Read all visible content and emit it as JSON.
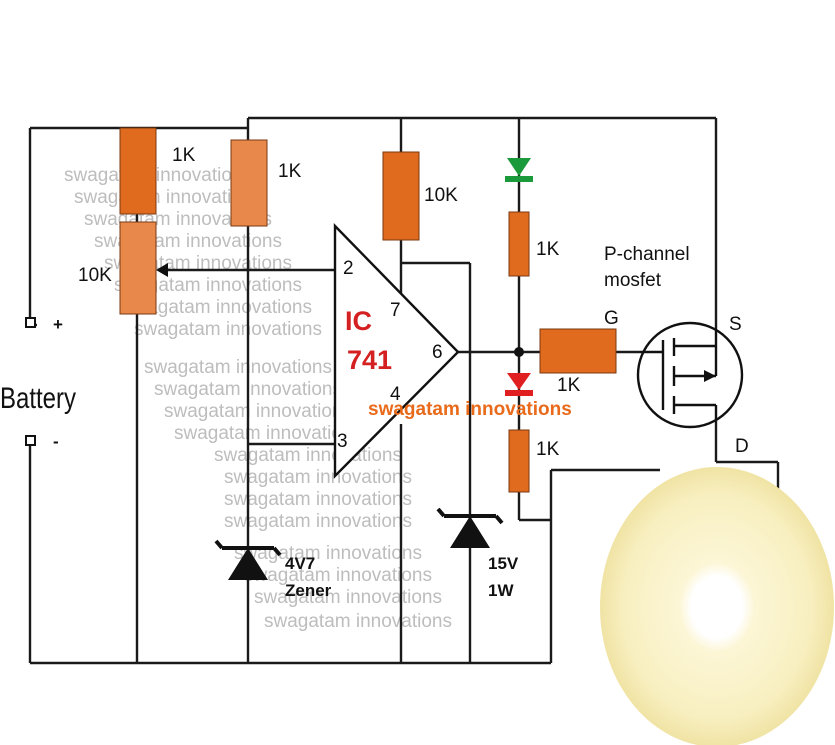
{
  "battery": {
    "label": "Battery",
    "plus": "+",
    "minus": "-"
  },
  "components": {
    "pot": {
      "value": "10K"
    },
    "r_pot_top": {
      "value": "1K"
    },
    "r_zener": {
      "value": "1K"
    },
    "r_pin7": {
      "value": "10K"
    },
    "r_led_top": {
      "value": "1K"
    },
    "r_gate": {
      "value": "1K"
    },
    "r_led_bottom": {
      "value": "1K"
    },
    "zener_ref": {
      "value": "4V7",
      "type": "Zener"
    },
    "zener_supply": {
      "value": "15V",
      "power": "1W"
    }
  },
  "ic": {
    "prefix": "IC",
    "number": "741",
    "pins": {
      "p2": "2",
      "p3": "3",
      "p4": "4",
      "p6": "6",
      "p7": "7"
    }
  },
  "mosfet": {
    "title_line1": "P-channel",
    "title_line2": "mosfet",
    "gate": "G",
    "source": "S",
    "drain": "D"
  },
  "brand_text": "swagatam innovations",
  "watermark_text": "swagatam innovations",
  "colors": {
    "resistor": "#e06a1e",
    "led_green": "#1a9a3a",
    "led_red": "#e02020",
    "brand": "#e86a1a",
    "lamp_glow": "#fbf3c4"
  }
}
